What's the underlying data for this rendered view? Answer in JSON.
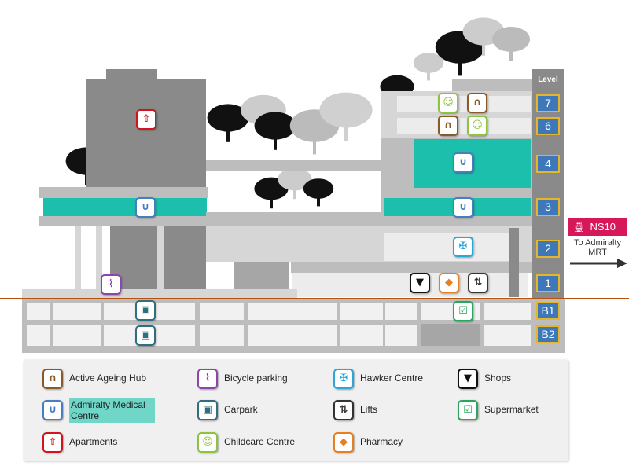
{
  "level_header": "Level",
  "levels": [
    "7",
    "6",
    "4",
    "3",
    "2",
    "1",
    "B1",
    "B2"
  ],
  "mrt": {
    "code": "NS10",
    "direction": "To Admiralty MRT",
    "color": "#d6185a"
  },
  "icons": {
    "active_ageing": "∩",
    "bicycle": "⌇",
    "hawker": "✠",
    "shops": "▼",
    "medical": "∪",
    "carpark": "▣",
    "lifts": "⇅",
    "supermarket": "☑",
    "apartments": "⇧",
    "childcare": "☺",
    "pharmacy": "◆"
  },
  "colors": {
    "active_ageing": "#8b5a2b",
    "bicycle": "#8e44ad",
    "hawker": "#29a8d8",
    "shops": "#111111",
    "medical": "#4a7cc0",
    "carpark": "#2e6f80",
    "lifts": "#333333",
    "supermarket": "#2aa55d",
    "apartments": "#d0161d",
    "childcare": "#8cc43f",
    "pharmacy": "#e67e22",
    "ground_line": "#b5530f"
  },
  "legend": [
    {
      "key": "active_ageing",
      "label": "Active Ageing Hub"
    },
    {
      "key": "bicycle",
      "label": "Bicycle parking"
    },
    {
      "key": "hawker",
      "label": "Hawker Centre"
    },
    {
      "key": "shops",
      "label": "Shops"
    },
    {
      "key": "medical",
      "label": "Admiralty Medical Centre"
    },
    {
      "key": "carpark",
      "label": "Carpark"
    },
    {
      "key": "lifts",
      "label": "Lifts"
    },
    {
      "key": "supermarket",
      "label": "Supermarket"
    },
    {
      "key": "apartments",
      "label": "Apartments"
    },
    {
      "key": "childcare",
      "label": "Childcare Centre"
    },
    {
      "key": "pharmacy",
      "label": "Pharmacy"
    }
  ]
}
